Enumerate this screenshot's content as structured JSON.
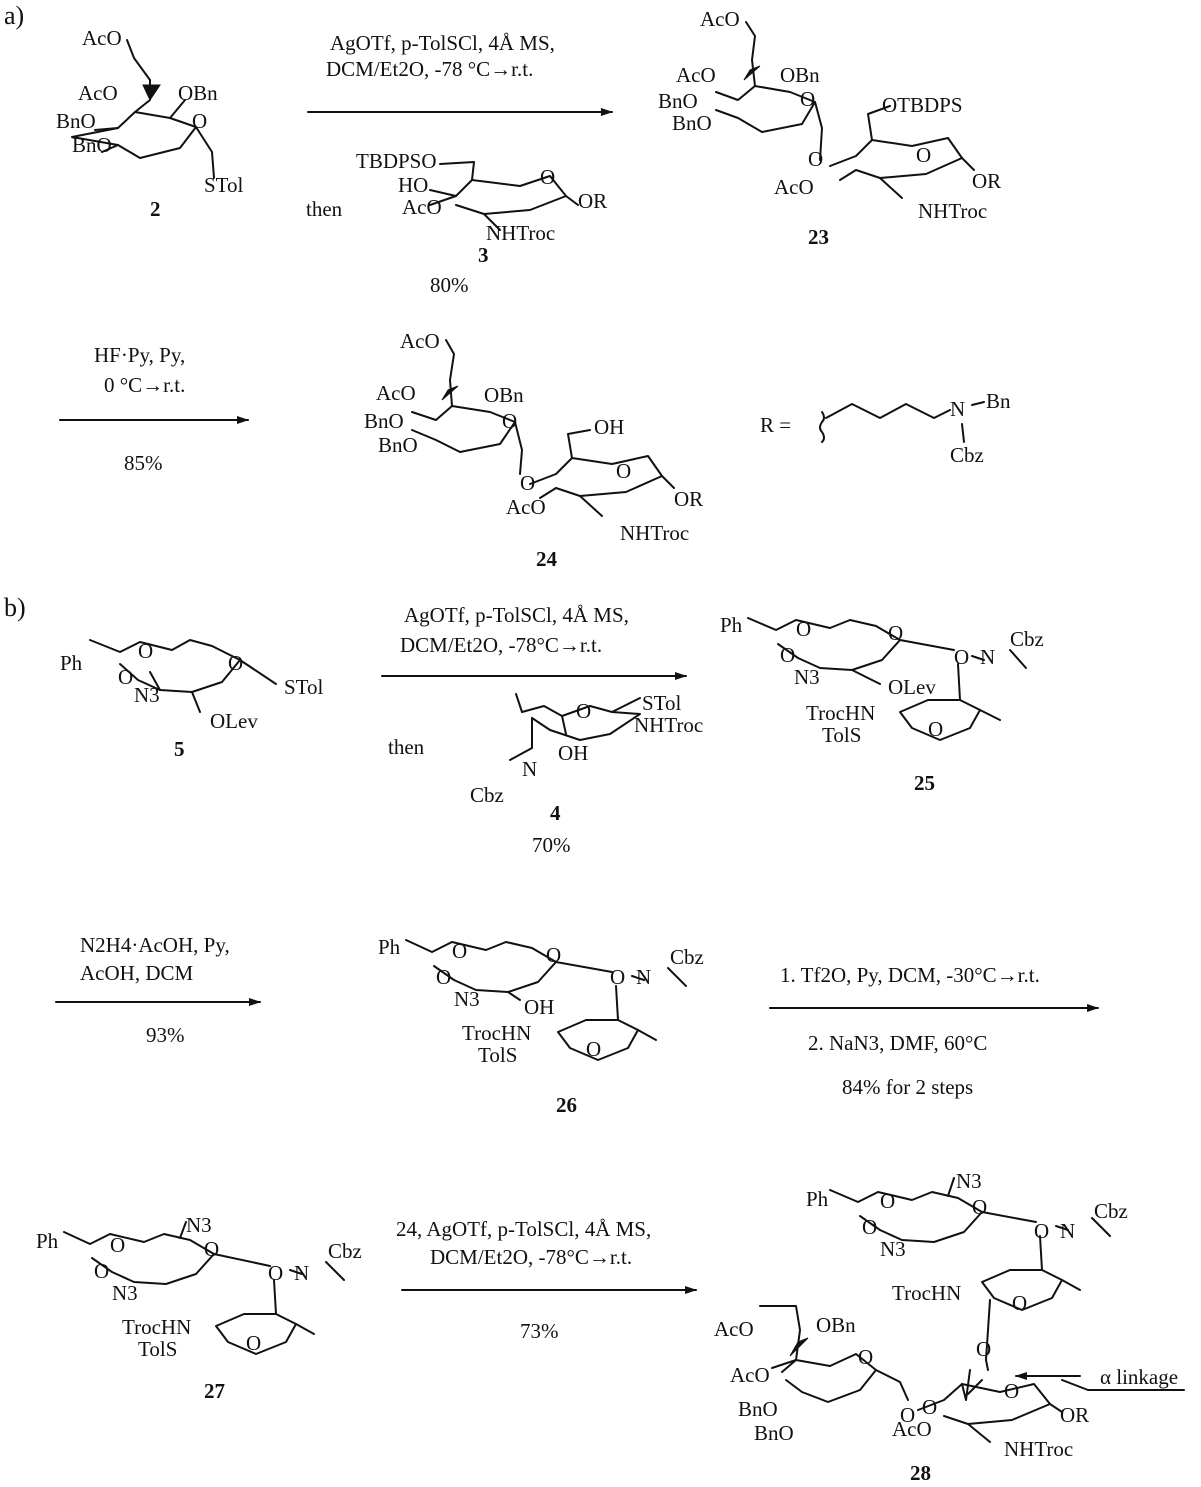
{
  "panels": {
    "a": "a)",
    "b": "b)"
  },
  "compounds": {
    "c2": {
      "num": "2",
      "labels": [
        "AcO",
        "AcO",
        "OBn",
        "O",
        "BnO",
        "BnO",
        "STol"
      ]
    },
    "c3": {
      "num": "3",
      "labels": [
        "TBDPSO",
        "HO",
        "O",
        "AcO",
        "OR",
        "NHTroc"
      ]
    },
    "c23": {
      "num": "23",
      "labels": [
        "AcO",
        "AcO",
        "OBn",
        "BnO",
        "BnO",
        "O",
        "OTBDPS",
        "O",
        "O",
        "AcO",
        "OR",
        "NHTroc"
      ]
    },
    "c24": {
      "num": "24",
      "labels": [
        "AcO",
        "AcO",
        "OBn",
        "BnO",
        "BnO",
        "O",
        "OH",
        "O",
        "O",
        "AcO",
        "OR",
        "NHTroc"
      ]
    },
    "c5": {
      "num": "5",
      "labels": [
        "Ph",
        "O",
        "O",
        "O",
        "STol",
        "N3",
        "OLev"
      ]
    },
    "c4": {
      "num": "4",
      "labels": [
        "O",
        "STol",
        "NHTroc",
        "OH",
        "N",
        "Cbz"
      ]
    },
    "c25": {
      "num": "25",
      "labels": [
        "Ph",
        "O",
        "O",
        "O",
        "N3",
        "OLev",
        "O",
        "N",
        "Cbz",
        "TrocHN",
        "TolS",
        "O"
      ]
    },
    "c26": {
      "num": "26",
      "labels": [
        "Ph",
        "O",
        "O",
        "O",
        "N3",
        "OH",
        "O",
        "N",
        "Cbz",
        "TrocHN",
        "TolS",
        "O"
      ]
    },
    "c27": {
      "num": "27",
      "labels": [
        "Ph",
        "O",
        "O",
        "O",
        "N3",
        "N3",
        "O",
        "N",
        "Cbz",
        "TrocHN",
        "TolS",
        "O"
      ]
    },
    "c28": {
      "num": "28",
      "labels": [
        "Ph",
        "O",
        "O",
        "O",
        "N3",
        "N3",
        "O",
        "N",
        "Cbz",
        "TrocHN",
        "O",
        "O",
        "AcO",
        "OBn",
        "O",
        "AcO",
        "BnO",
        "BnO",
        "O",
        "AcO",
        "O",
        "O",
        "OR",
        "NHTroc"
      ]
    }
  },
  "r_group": {
    "prefix": "R =",
    "labels": [
      "N",
      "Bn",
      "Cbz"
    ]
  },
  "reactions": {
    "r1": {
      "above": [
        "AgOTf, p-TolSCl, 4Å MS,",
        "DCM/Et2O, -78 °C→r.t."
      ],
      "then": "then",
      "yield": "80%"
    },
    "r2": {
      "above": [
        "HF·Py, Py,",
        "0 °C→r.t."
      ],
      "yield": "85%"
    },
    "r3": {
      "above": [
        "AgOTf, p-TolSCl, 4Å MS,",
        "DCM/Et2O, -78°C→r.t."
      ],
      "then": "then",
      "yield": "70%"
    },
    "r4": {
      "above": [
        "N2H4·AcOH, Py,",
        "AcOH, DCM"
      ],
      "yield": "93%"
    },
    "r5": {
      "above": [
        "1. Tf2O, Py, DCM, -30°C→r.t."
      ],
      "below": [
        "2. NaN3, DMF, 60°C",
        "84% for 2 steps"
      ]
    },
    "r6": {
      "above": [
        "24, AgOTf, p-TolSCl, 4Å MS,",
        "DCM/Et2O, -78°C→r.t."
      ],
      "yield": "73%"
    }
  },
  "annotation": {
    "text": "α linkage"
  }
}
